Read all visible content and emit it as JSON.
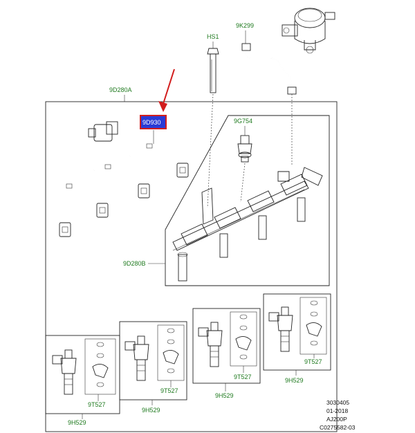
{
  "colors": {
    "label": "#1f7a1f",
    "highlight_fill": "#2a3bd6",
    "highlight_border": "#d21d1d",
    "arrow": "#d21d1d",
    "line": "#222222"
  },
  "labels": {
    "hs1": "HS1",
    "k299": "9K299",
    "d280a": "9D280A",
    "d930": "9D930",
    "g754": "9G754",
    "d280b": "9D280B",
    "t527": "9T527",
    "h529": "9H529"
  },
  "reference": {
    "line1": "3030405",
    "line2": "01-2018",
    "line3": "AJ200P",
    "line4": "C0275582-03"
  }
}
